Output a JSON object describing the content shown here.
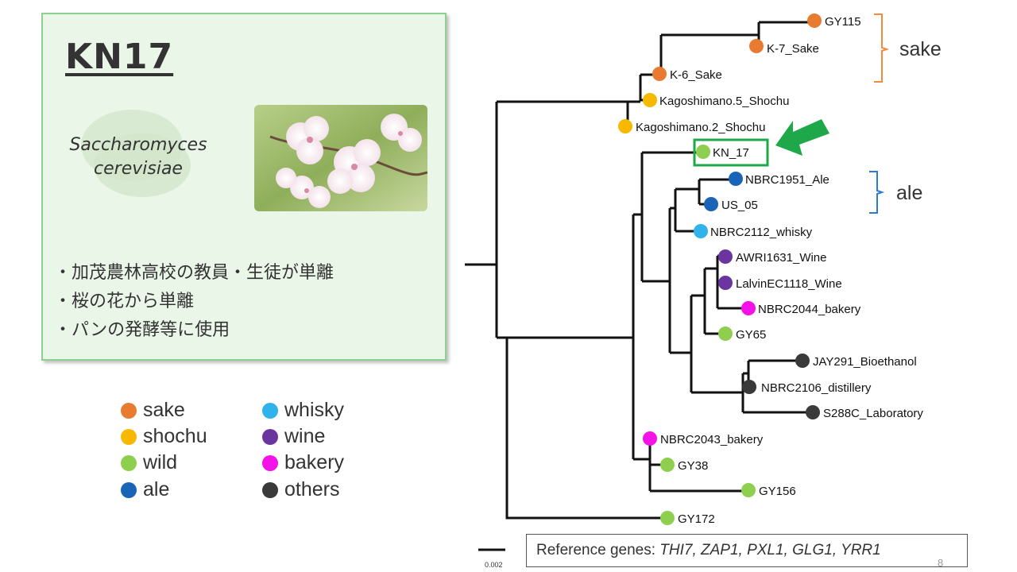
{
  "info": {
    "title": "KN17",
    "species_line1": "Saccharomyces",
    "species_line2": "cerevisiae",
    "bullets": [
      "・加茂農林高校の教員・生徒が単離",
      "・桜の花から単離",
      "・パンの発酵等に使用"
    ]
  },
  "legend": [
    {
      "label": "sake",
      "color": "#e87b30"
    },
    {
      "label": "shochu",
      "color": "#f7b900"
    },
    {
      "label": "wild",
      "color": "#8fcf4f"
    },
    {
      "label": "ale",
      "color": "#1a64b8"
    },
    {
      "label": "whisky",
      "color": "#2fb3ea"
    },
    {
      "label": "wine",
      "color": "#6b35a0"
    },
    {
      "label": "bakery",
      "color": "#f312e7"
    },
    {
      "label": "others",
      "color": "#3a3a3a"
    }
  ],
  "tree": {
    "leaves": [
      {
        "label": "GY115",
        "category": "sake"
      },
      {
        "label": "K-7_Sake",
        "category": "sake"
      },
      {
        "label": "K-6_Sake",
        "category": "sake"
      },
      {
        "label": "Kagoshimano.5_Shochu",
        "category": "shochu"
      },
      {
        "label": "Kagoshimano.2_Shochu",
        "category": "shochu"
      },
      {
        "label": "KN_17",
        "category": "wild"
      },
      {
        "label": "NBRC1951_Ale",
        "category": "ale"
      },
      {
        "label": "US_05",
        "category": "ale"
      },
      {
        "label": "NBRC2112_whisky",
        "category": "whisky"
      },
      {
        "label": "AWRI1631_Wine",
        "category": "wine"
      },
      {
        "label": "LalvinEC1118_Wine",
        "category": "wine"
      },
      {
        "label": "NBRC2044_bakery",
        "category": "bakery"
      },
      {
        "label": "GY65",
        "category": "wild"
      },
      {
        "label": "JAY291_Bioethanol",
        "category": "others"
      },
      {
        "label": "NBRC2106_distillery",
        "category": "others"
      },
      {
        "label": "S288C_Laboratory",
        "category": "others"
      },
      {
        "label": "NBRC2043_bakery",
        "category": "bakery"
      },
      {
        "label": "GY38",
        "category": "wild"
      },
      {
        "label": "GY156",
        "category": "wild"
      },
      {
        "label": "GY172",
        "category": "wild"
      }
    ],
    "clade_labels": {
      "sake": "sake",
      "ale": "ale"
    },
    "scale_label": "0.002",
    "highlight_color": "#1fa84a"
  },
  "reference": {
    "prefix": "Reference genes: ",
    "genes": "THI7, ZAP1, PXL1, GLG1, YRR1"
  },
  "page_number": "8"
}
